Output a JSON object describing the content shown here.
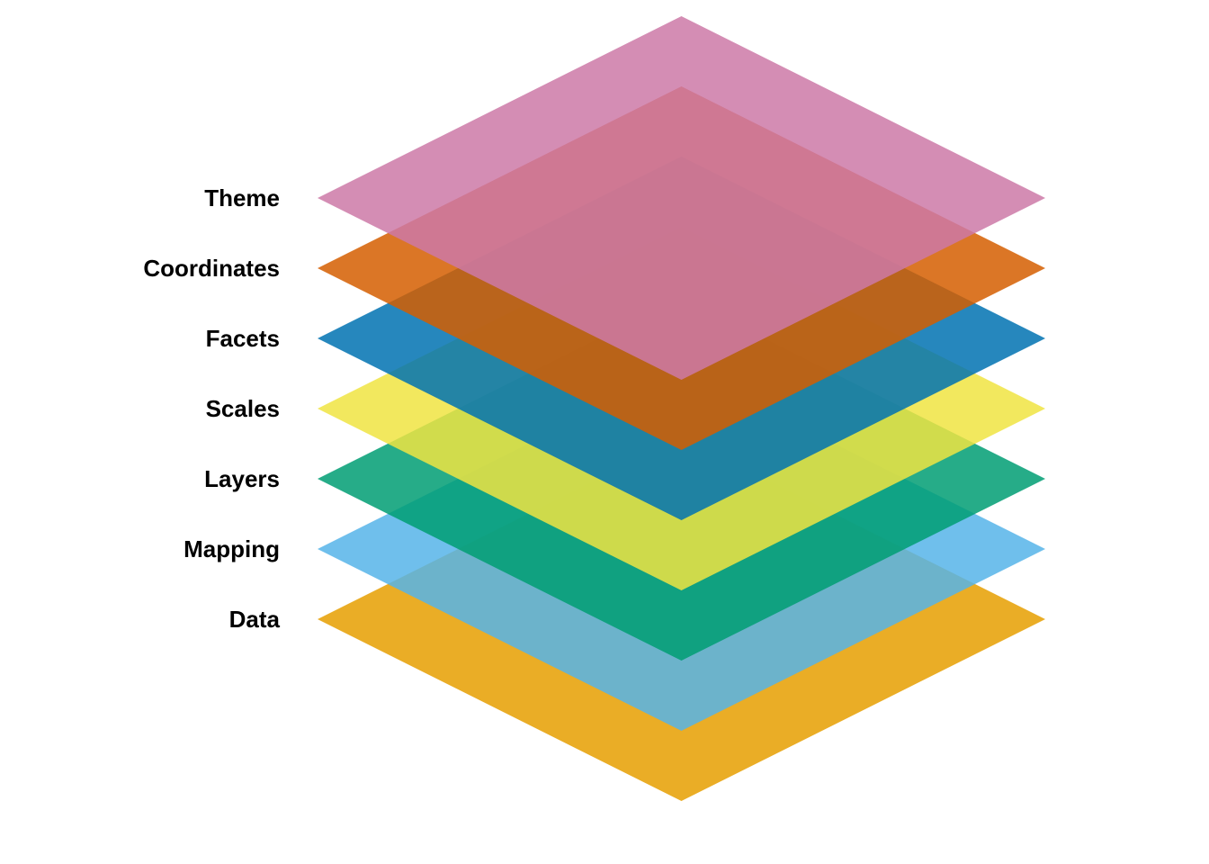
{
  "diagram": {
    "type": "stacked-layers",
    "layers": [
      {
        "label": "Data",
        "color": "#E69F00"
      },
      {
        "label": "Mapping",
        "color": "#56B4E9"
      },
      {
        "label": "Layers",
        "color": "#009E73"
      },
      {
        "label": "Scales",
        "color": "#F0E442"
      },
      {
        "label": "Facets",
        "color": "#0072B2"
      },
      {
        "label": "Coordinates",
        "color": "#D55E00"
      },
      {
        "label": "Theme",
        "color": "#CC79A7"
      }
    ]
  }
}
